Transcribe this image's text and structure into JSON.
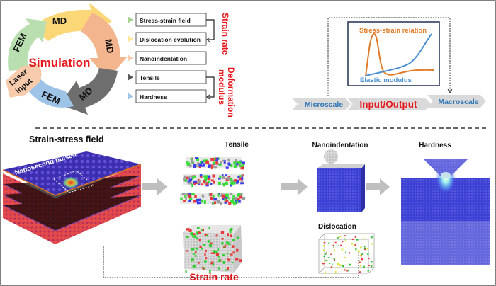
{
  "cycle": {
    "center_label": "Simulation",
    "segments": [
      {
        "label": "MD",
        "color": "#FCD777"
      },
      {
        "label": "MD",
        "color": "#F3B58D"
      },
      {
        "label": "MD",
        "color": "#6E6E6E"
      },
      {
        "label": "FEM",
        "color": "#9DC3E6"
      },
      {
        "label": "FEM",
        "color": "#B9DEB0"
      }
    ],
    "laser_input": {
      "line1": "Laser",
      "line2": "input",
      "color": "#F8CBAD"
    }
  },
  "outputs": {
    "items": [
      {
        "label": "Stress-strain field",
        "marker_color": "#A9D18E"
      },
      {
        "label": "Dislocation evolution",
        "marker_color": "#FFE699"
      },
      {
        "label": "Nanoindentation",
        "marker_color": "#F8CBAD"
      },
      {
        "label": "Tensile",
        "marker_color": "#595959"
      },
      {
        "label": "Hardness",
        "marker_color": "#9DC3E6"
      }
    ],
    "group_labels": {
      "strain_rate": "Strain rate",
      "deformation_line1": "Deformation",
      "deformation_line2": "modulus"
    }
  },
  "multiscale": {
    "stages": [
      "Microscale",
      "Input/Output",
      "Macroscale"
    ],
    "inset": {
      "stress_strain_label": "Stress-strain relation",
      "elastic_label": "Elastic modulus"
    }
  },
  "bottom": {
    "strain_stress_title": "Strain-stress field",
    "pulse_label": "Nanosecond pulsed",
    "tensile_title": "Tensile",
    "strain_rate_label": "Strain rate",
    "nanoindentation_title": "Nanoindentation",
    "dislocation_title": "Dislocation",
    "hardness_title": "Hardness"
  },
  "colors": {
    "accent_red": "#E8161B",
    "accent_blue": "#2E75B6",
    "orange_curve": "#E07B28",
    "blue_curve": "#4A90D0",
    "atom_blue": "#3D3DD0",
    "atom_red": "#E23B3B",
    "arrow_gray": "#BFBFBF"
  }
}
